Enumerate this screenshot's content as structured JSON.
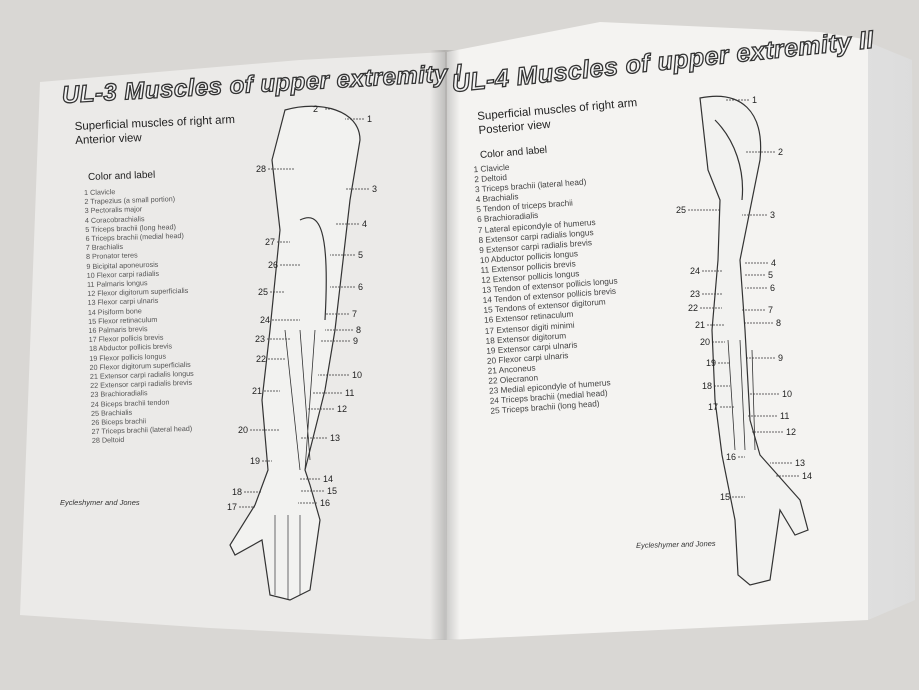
{
  "left_page": {
    "title": "UL-3 Muscles of upper extremity I",
    "subtitle": "Superficial muscles of right arm",
    "view": "Anterior view",
    "legend_heading": "Color and label",
    "labels": [
      "1 Clavicle",
      "2 Trapezius (a small portion)",
      "3 Pectoralis major",
      "4 Coracobrachialis",
      "5 Triceps brachii (long head)",
      "6 Triceps brachii (medial head)",
      "7 Brachialis",
      "8 Pronator teres",
      "9 Bicipital aponeurosis",
      "10 Flexor carpi radialis",
      "11 Palmaris longus",
      "12 Flexor digitorum superficialis",
      "13 Flexor carpi ulnaris",
      "14 Pisiform bone",
      "15 Flexor retinaculum",
      "16 Palmaris brevis",
      "17 Flexor pollicis brevis",
      "18 Abductor pollicis brevis",
      "19 Flexor pollicis longus",
      "20 Flexor digitorum superficialis",
      "21 Extensor carpi radialis longus",
      "22 Extensor carpi radialis brevis",
      "23 Brachioradialis",
      "24 Biceps brachii tendon",
      "25 Brachialis",
      "26 Biceps brachii",
      "27 Triceps brachii (lateral head)",
      "28 Deltoid"
    ],
    "credit": "Eycleshymer and Jones",
    "figure_numbers": [
      "2",
      "1",
      "28",
      "3",
      "4",
      "27",
      "5",
      "26",
      "6",
      "25",
      "7",
      "24",
      "8",
      "23",
      "9",
      "22",
      "10",
      "11",
      "21",
      "12",
      "20",
      "13",
      "19",
      "14",
      "18",
      "15",
      "16",
      "17"
    ]
  },
  "right_page": {
    "title": "UL-4 Muscles of upper extremity II",
    "subtitle": "Superficial muscles of right arm",
    "view": "Posterior view",
    "legend_heading": "Color and label",
    "labels": [
      "1 Clavicle",
      "2 Deltoid",
      "3 Triceps brachii (lateral head)",
      "4 Brachialis",
      "5 Tendon of triceps brachii",
      "6 Brachioradialis",
      "7 Lateral epicondyle of humerus",
      "8 Extensor carpi radialis longus",
      "9 Extensor carpi radialis brevis",
      "10 Abductor pollicis longus",
      "11 Extensor pollicis brevis",
      "12 Extensor pollicis longus",
      "13 Tendon of extensor pollicis longus",
      "14 Tendon of extensor pollicis brevis",
      "15 Tendons of extensor digitorum",
      "16 Extensor retinaculum",
      "17 Extensor digiti minimi",
      "18 Extensor digitorum",
      "19 Extensor carpi ulnaris",
      "20 Flexor carpi ulnaris",
      "21 Anconeus",
      "22 Olecranon",
      "23 Medial epicondyle of humerus",
      "24 Triceps brachii (medial head)",
      "25 Triceps brachii (long head)"
    ],
    "credit": "Eycleshymer and Jones",
    "figure_numbers": [
      "1",
      "2",
      "25",
      "3",
      "4",
      "24",
      "5",
      "6",
      "23",
      "22",
      "7",
      "8",
      "21",
      "20",
      "9",
      "19",
      "18",
      "10",
      "17",
      "11",
      "12",
      "16",
      "13",
      "14",
      "15"
    ]
  }
}
